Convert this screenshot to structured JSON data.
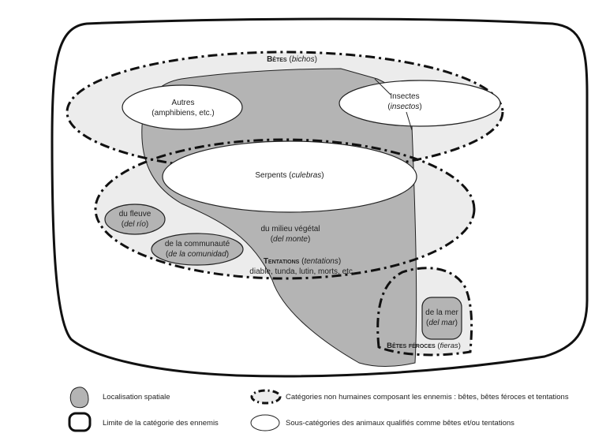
{
  "colors": {
    "spatial": "#b4b4b4",
    "category_fill": "#ececec",
    "line": "#111111"
  },
  "diagram": {
    "betes": {
      "label": "Bêtes",
      "latin": "bichos"
    },
    "autres": {
      "line1": "Autres",
      "line2": "(amphibiens, etc.)"
    },
    "insectes": {
      "line1": "Insectes",
      "latin": "insectos"
    },
    "serpents": {
      "label": "Serpents",
      "latin": "culebras"
    },
    "fleuve": {
      "line1": "du fleuve",
      "latin": "del río"
    },
    "communaute": {
      "line1": "de la communauté",
      "latin": "de la comunidad"
    },
    "milieu": {
      "line1": "du milieu végétal",
      "latin": "del monte"
    },
    "tentations": {
      "label": "Tentations",
      "latin": "tentations",
      "members": "diable, tunda, lutin, morts, etc."
    },
    "mer": {
      "line1": "de la mer",
      "latin": "del mar"
    },
    "feroces": {
      "label": "Bêtes féroces",
      "latin": "fieras"
    }
  },
  "legend": [
    {
      "icon": "spatial-location-icon",
      "label": "Localisation spatiale"
    },
    {
      "icon": "dashed-category-icon",
      "label": "Catégories non humaines composant les ennemis : bêtes, bêtes féroces et tentations"
    },
    {
      "icon": "enemy-boundary-icon",
      "label": "Limite de la catégorie des ennemis"
    },
    {
      "icon": "subcategory-ellipse-icon",
      "label": "Sous-catégories des animaux qualifiés comme bêtes et/ou tentations"
    }
  ]
}
